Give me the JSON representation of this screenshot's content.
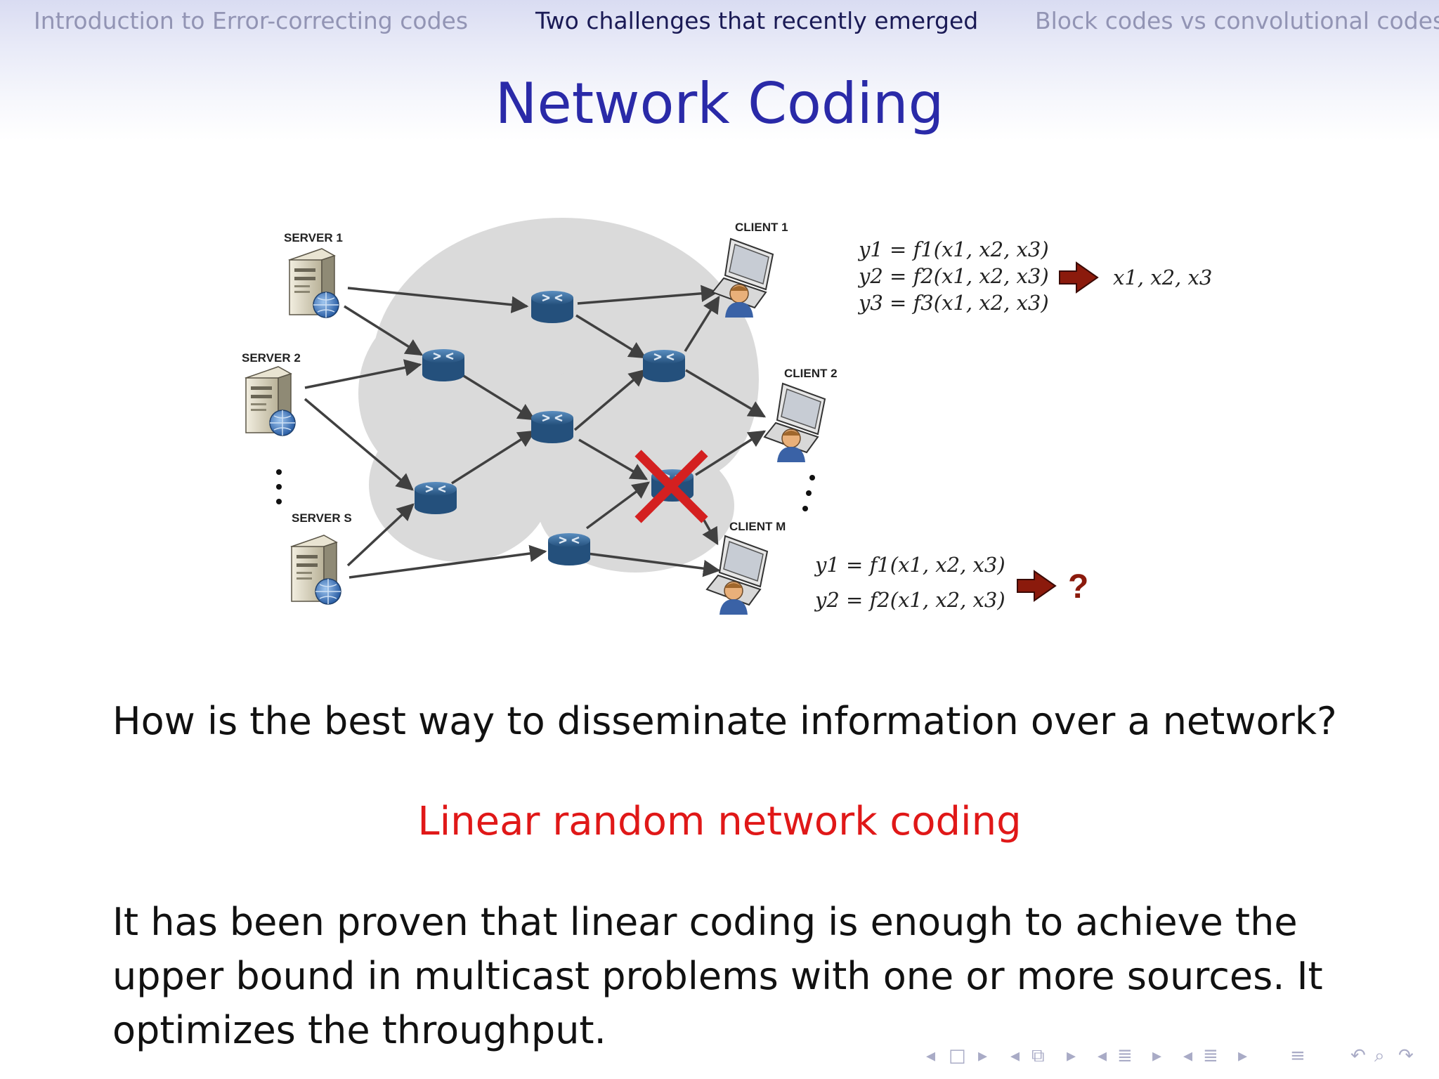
{
  "header": {
    "sections": [
      {
        "label": "Introduction to Error-correcting codes",
        "active": false
      },
      {
        "label": "Two challenges that recently emerged",
        "active": true
      },
      {
        "label": "Block codes vs convolutional codes",
        "active": false
      }
    ],
    "title": "Network Coding"
  },
  "diagram": {
    "servers": [
      "SERVER 1",
      "SERVER 2",
      "SERVER S"
    ],
    "clients": [
      "CLIENT 1",
      "CLIENT 2",
      "CLIENT M"
    ],
    "eq_top": [
      "y1 = f1(x1, x2, x3)",
      "y2 = f2(x1, x2, x3)",
      "y3 = f3(x1, x2, x3)"
    ],
    "result_top": "x1, x2, x3",
    "eq_bottom": [
      "y1 = f1(x1, x2, x3)",
      "y2 = f2(x1, x2, x3)"
    ],
    "result_bottom": "?",
    "colors": {
      "arrow": "#8b1a0c",
      "cross": "#d42020",
      "router": "#2d5f8e",
      "cloud": "#d6d6d6"
    }
  },
  "body": {
    "question": "How is the best way to disseminate information over a network?",
    "highlight": "Linear random network coding",
    "paragraph": [
      "It has been proven that linear coding is enough to achieve the",
      "upper bound in multicast problems with one or more sources. It",
      "optimizes the throughput."
    ]
  },
  "navigation": {
    "icons": [
      "nav-prev-frame-icon",
      "nav-frame-icon",
      "nav-next-frame-icon",
      "nav-prev-subsection-icon",
      "nav-subsection-icon",
      "nav-next-subsection-icon",
      "nav-prev-section-icon",
      "nav-section-icon",
      "nav-next-section-icon",
      "nav-prev-slide-icon",
      "nav-slide-icon",
      "nav-next-slide-icon",
      "nav-align-icon",
      "nav-undo-icon",
      "nav-search-icon",
      "nav-redo-icon"
    ]
  }
}
